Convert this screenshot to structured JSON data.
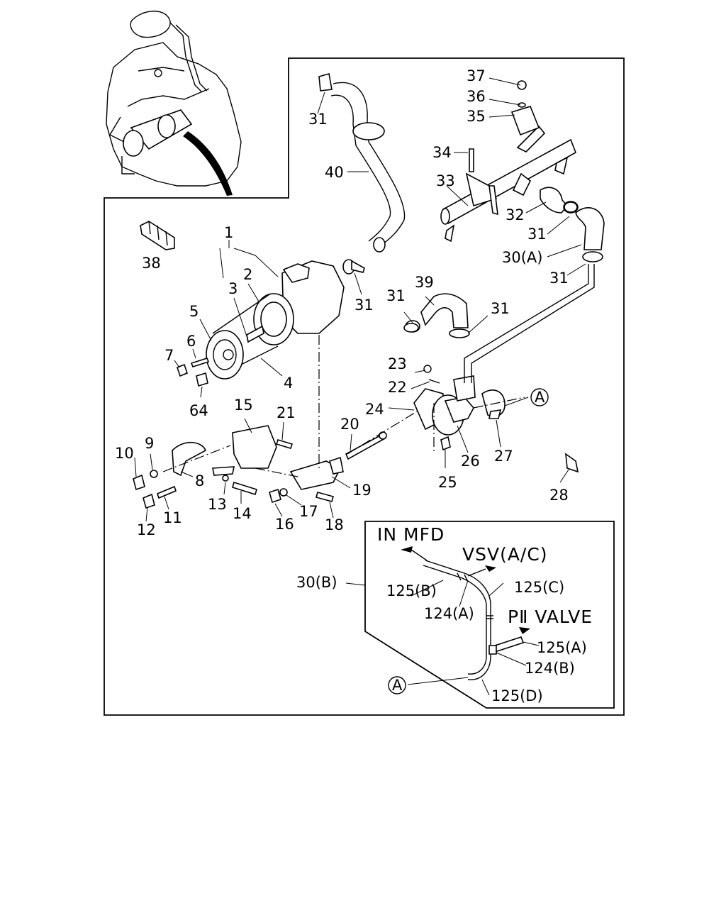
{
  "labels": {
    "l1": "1",
    "l2": "2",
    "l3": "3",
    "l4": "4",
    "l5": "5",
    "l6": "6",
    "l7": "7",
    "l8": "8",
    "l9": "9",
    "l10": "10",
    "l11": "11",
    "l12": "12",
    "l13": "13",
    "l14": "14",
    "l15": "15",
    "l16": "16",
    "l17": "17",
    "l18": "18",
    "l19": "19",
    "l20": "20",
    "l21": "21",
    "l22": "22",
    "l23": "23",
    "l24": "24",
    "l25": "25",
    "l26": "26",
    "l27": "27",
    "l28": "28",
    "l30a": "30(A)",
    "l30b": "30(B)",
    "l31": "31",
    "l32": "32",
    "l33": "33",
    "l34": "34",
    "l35": "35",
    "l36": "36",
    "l37": "37",
    "l38": "38",
    "l39": "39",
    "l40": "40",
    "l64": "64",
    "ref_a": "A"
  },
  "inset": {
    "in_mfd": "IN MFD",
    "vsv": "VSV(A/C)",
    "p2_valve": "PⅡ VALVE",
    "l125a": "125(A)",
    "l125b": "125(B)",
    "l125c": "125(C)",
    "l125d": "125(D)",
    "l124a": "124(A)",
    "l124b": "124(B)"
  }
}
